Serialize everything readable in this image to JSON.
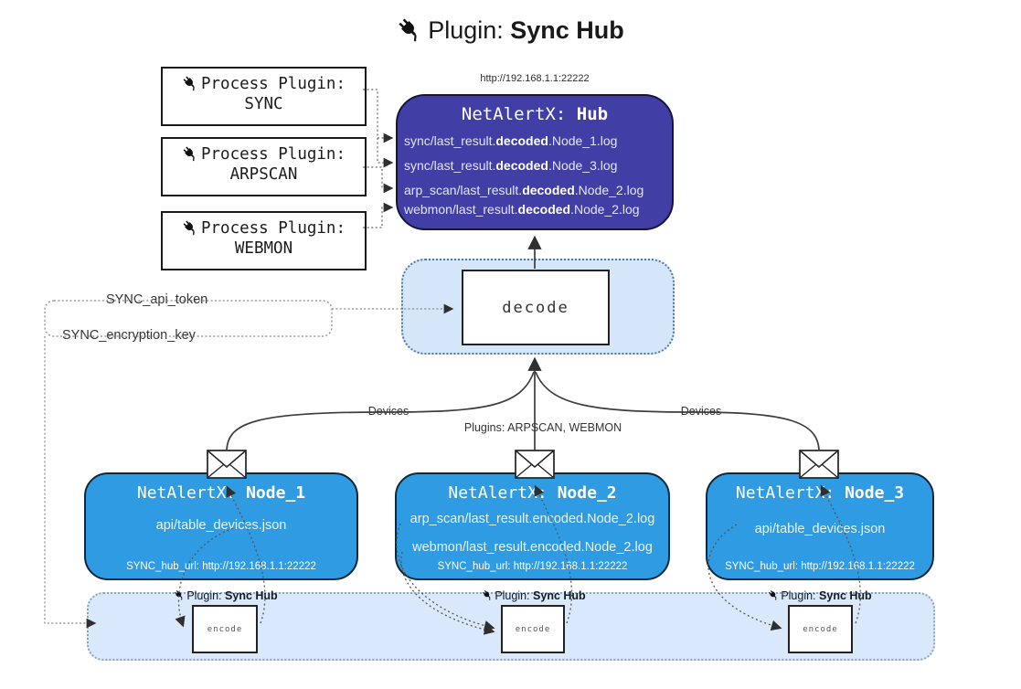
{
  "title": {
    "prefix": "Plugin:",
    "name": "Sync Hub"
  },
  "colors": {
    "hub_fill": "#413FA6",
    "node_fill": "#2E9BE2",
    "panel_fill": "#D5E6F9",
    "band_fill": "#D9E9FB",
    "line": "#3d3d3d",
    "dotted": "#666666"
  },
  "process_plugins": [
    {
      "label": "Process Plugin:",
      "name": "SYNC"
    },
    {
      "label": "Process Plugin:",
      "name": "ARPSCAN"
    },
    {
      "label": "Process Plugin:",
      "name": "WEBMON"
    }
  ],
  "hub": {
    "url": "http://192.168.1.1:22222",
    "title_prefix": "NetAlertX:",
    "title_name": "Hub",
    "logs": [
      {
        "pre": "sync/last_result.",
        "mid": "decoded",
        "post": ".Node_1.log"
      },
      {
        "pre": "sync/last_result.",
        "mid": "decoded",
        "post": ".Node_3.log"
      },
      {
        "pre": "arp_scan/last_result.",
        "mid": "decoded",
        "post": ".Node_2.log"
      },
      {
        "pre": "webmon/last_result.",
        "mid": "decoded",
        "post": ".Node_2.log"
      }
    ]
  },
  "decode": {
    "label": "decode"
  },
  "settings": {
    "api_token": "SYNC_api_token",
    "encryption_key": "SYNC_encryption_key"
  },
  "edges": {
    "devices_left": "Devices",
    "devices_right": "Devices",
    "plugins_center": "Plugins: ARPSCAN, WEBMON"
  },
  "nodes": [
    {
      "title_prefix": "NetAlertX:",
      "title_name": "Node_1",
      "lines": [
        "api/table_devices.json"
      ],
      "footer": "SYNC_hub_url: http://192.168.1.1:22222"
    },
    {
      "title_prefix": "NetAlertX:",
      "title_name": "Node_2",
      "lines": [
        "arp_scan/last_result.encoded.Node_2.log",
        "webmon/last_result.encoded.Node_2.log"
      ],
      "footer": "SYNC_hub_url: http://192.168.1.1:22222"
    },
    {
      "title_prefix": "NetAlertX:",
      "title_name": "Node_3",
      "lines": [
        "api/table_devices.json"
      ],
      "footer": "SYNC_hub_url: http://192.168.1.1:22222"
    }
  ],
  "band": {
    "label_prefix": "Plugin:",
    "label_name": "Sync Hub",
    "encode_label": "encode"
  }
}
